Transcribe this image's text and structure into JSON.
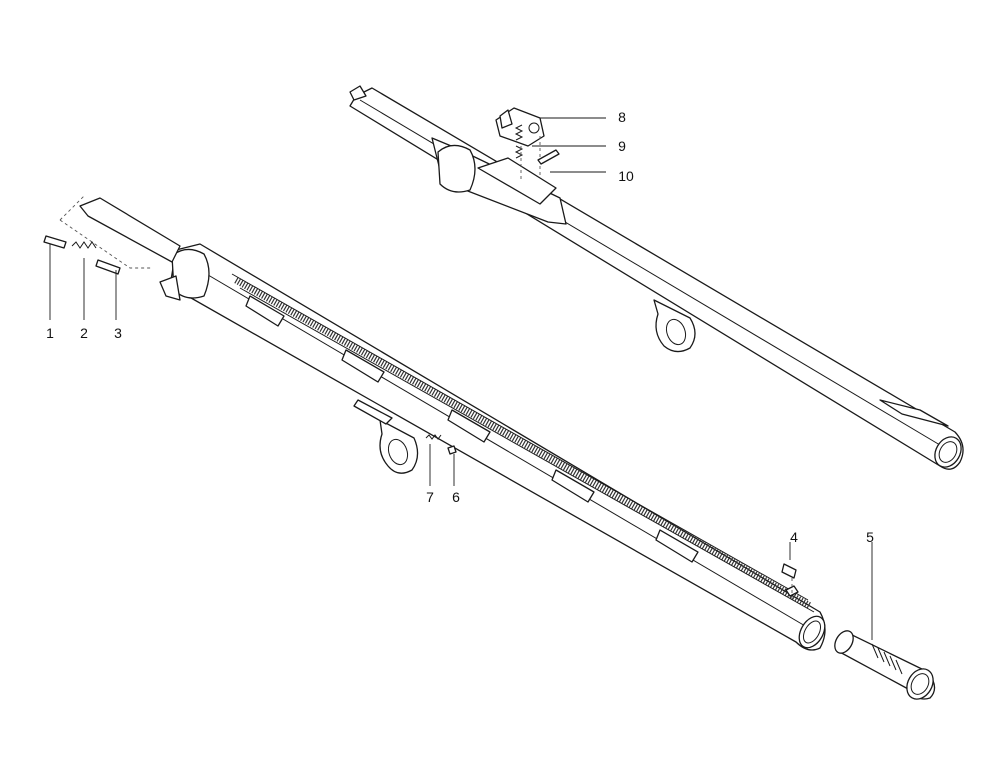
{
  "callouts": {
    "p1": "1",
    "p2": "2",
    "p3": "3",
    "p4": "4",
    "p5": "5",
    "p6": "6",
    "p7": "7",
    "p8": "8",
    "p9": "9",
    "p10": "10"
  },
  "colors": {
    "line": "#1a1a1a",
    "background": "#ffffff"
  }
}
